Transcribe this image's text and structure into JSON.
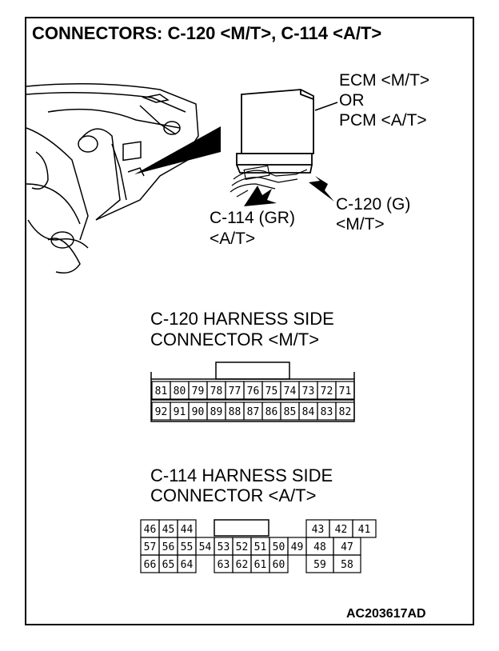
{
  "title": "CONNECTORS: C-120 <M/T>, C-114 <A/T>",
  "ecm_label": [
    "ECM <M/T>",
    "OR",
    "PCM <A/T>"
  ],
  "c120_label": [
    "C-120 (G)",
    "<M/T>"
  ],
  "c114_label": [
    "C-114 (GR)",
    "<A/T>"
  ],
  "c120_heading": [
    "C-120 HARNESS SIDE",
    "CONNECTOR <M/T>"
  ],
  "c114_heading": [
    "C-114 HARNESS SIDE",
    "CONNECTOR <A/T>"
  ],
  "c120_pins": {
    "top": [
      "81",
      "80",
      "79",
      "78",
      "77",
      "76",
      "75",
      "74",
      "73",
      "72",
      "71"
    ],
    "bottom": [
      "92",
      "91",
      "90",
      "89",
      "88",
      "87",
      "86",
      "85",
      "84",
      "83",
      "82"
    ]
  },
  "c114_pins": {
    "row1": [
      "46",
      "45",
      "44",
      "",
      "",
      "",
      "",
      "",
      "",
      "43",
      "42",
      "41"
    ],
    "row2": [
      "57",
      "56",
      "55",
      "54",
      "53",
      "52",
      "51",
      "50",
      "49",
      "48",
      "47"
    ],
    "row3": [
      "66",
      "65",
      "64",
      "",
      "63",
      "62",
      "61",
      "60",
      "",
      "59",
      "58"
    ]
  },
  "footer": "AC203617AD"
}
